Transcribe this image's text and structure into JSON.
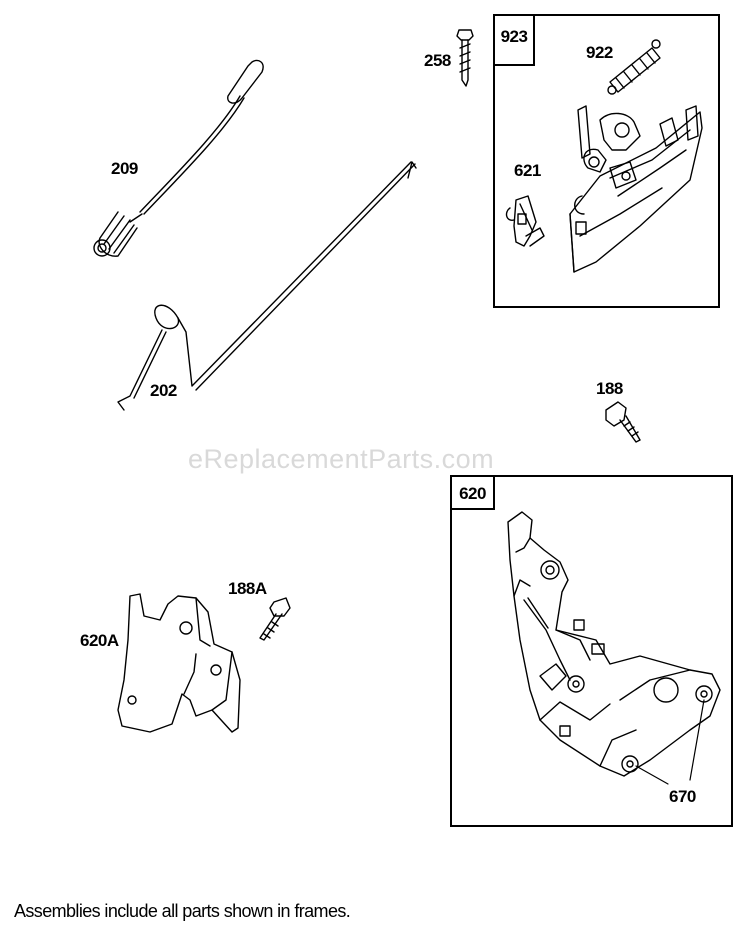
{
  "watermark": "eReplacementParts.com",
  "footer_note": "Assemblies include all parts shown in frames.",
  "frames": {
    "f923": "923",
    "f620": "620"
  },
  "labels": {
    "p258": "258",
    "p922": "922",
    "p209": "209",
    "p621": "621",
    "p202": "202",
    "p188": "188",
    "p188A": "188A",
    "p620A": "620A",
    "p670": "670"
  }
}
